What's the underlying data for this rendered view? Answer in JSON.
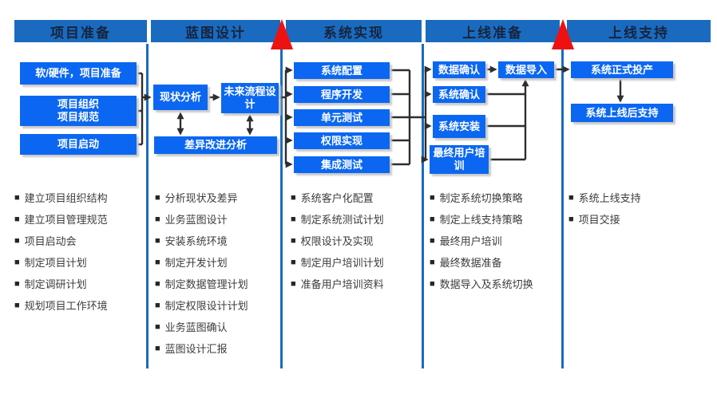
{
  "icons": {
    "bullet": "■",
    "milestone": "red-triangle"
  },
  "colors": {
    "header_bar": "#1a6bbf",
    "header_text": "#16243e",
    "flow_box": "#0b67f1",
    "flow_box_text": "#ffffff",
    "divider": "#1a6bbf",
    "milestone_red": "#ee1111",
    "connector": "#2e2e2e",
    "bullet_text": "#3c3c3c"
  },
  "phases": [
    {
      "header": "项目准备",
      "boxes": [
        "软/硬件，项目准备",
        "项目组织\n项目规范",
        "项目启动"
      ],
      "bullets": [
        "建立项目组织结构",
        "建立项目管理规范",
        "项目启动会",
        "制定项目计划",
        "制定调研计划",
        "规划项目工作环境"
      ]
    },
    {
      "header": "蓝图设计",
      "boxes": [
        "现状分析",
        "未来流程设\n计",
        "差异改进分析"
      ],
      "bullets": [
        "分析现状及差异",
        "业务蓝图设计",
        "安装系统环境",
        "制定开发计划",
        "制定数据管理计划",
        "制定权限设计计划",
        "业务蓝图确认",
        "蓝图设计汇报"
      ]
    },
    {
      "header": "系统实现",
      "boxes": [
        "系统配置",
        "程序开发",
        "单元测试",
        "权限实现",
        "集成测试"
      ],
      "bullets": [
        "系统客户化配置",
        "制定系统测试计划",
        "权限设计及实现",
        "制定用户培训计划",
        "准备用户培训资料"
      ]
    },
    {
      "header": "上线准备",
      "boxes": [
        "数据确认",
        "数据导入",
        "系统确认",
        "系统安装",
        "最终用户培\n训"
      ],
      "bullets": [
        "制定系统切换策略",
        "制定上线支持策略",
        "最终用户培训",
        "最终数据准备",
        "数据导入及系统切换"
      ]
    },
    {
      "header": "上线支持",
      "boxes": [
        "系统正式投产",
        "系统上线后支持"
      ],
      "bullets": [
        "系统上线支持",
        "项目交接"
      ]
    }
  ]
}
